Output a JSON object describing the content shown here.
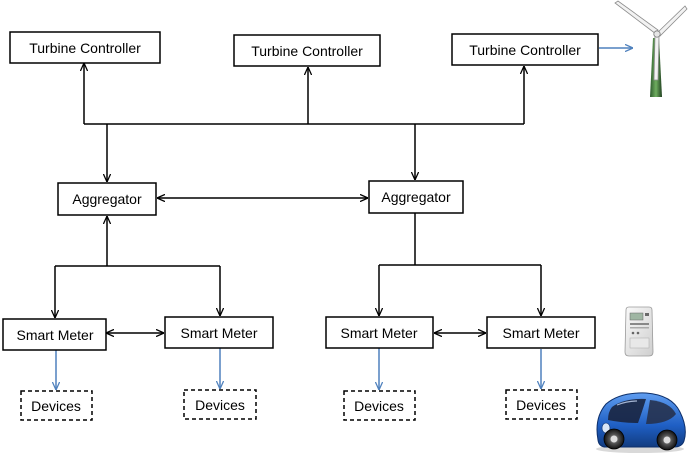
{
  "turbine_controllers": [
    {
      "label": "Turbine Controller"
    },
    {
      "label": "Turbine Controller"
    },
    {
      "label": "Turbine Controller"
    }
  ],
  "aggregators": [
    {
      "label": "Aggregator"
    },
    {
      "label": "Aggregator"
    }
  ],
  "smart_meters": [
    {
      "label": "Smart Meter"
    },
    {
      "label": "Smart Meter"
    },
    {
      "label": "Smart Meter"
    },
    {
      "label": "Smart Meter"
    }
  ],
  "devices": [
    {
      "label": "Devices"
    },
    {
      "label": "Devices"
    },
    {
      "label": "Devices"
    },
    {
      "label": "Devices"
    }
  ],
  "icons": {
    "wind_turbine": "wind-turbine-icon",
    "smart_meter": "electricity-meter-icon",
    "electric_car": "electric-car-icon"
  },
  "colors": {
    "line": "#000000",
    "device_link": "#4f81bd",
    "car_body": "#1f5fc4"
  }
}
